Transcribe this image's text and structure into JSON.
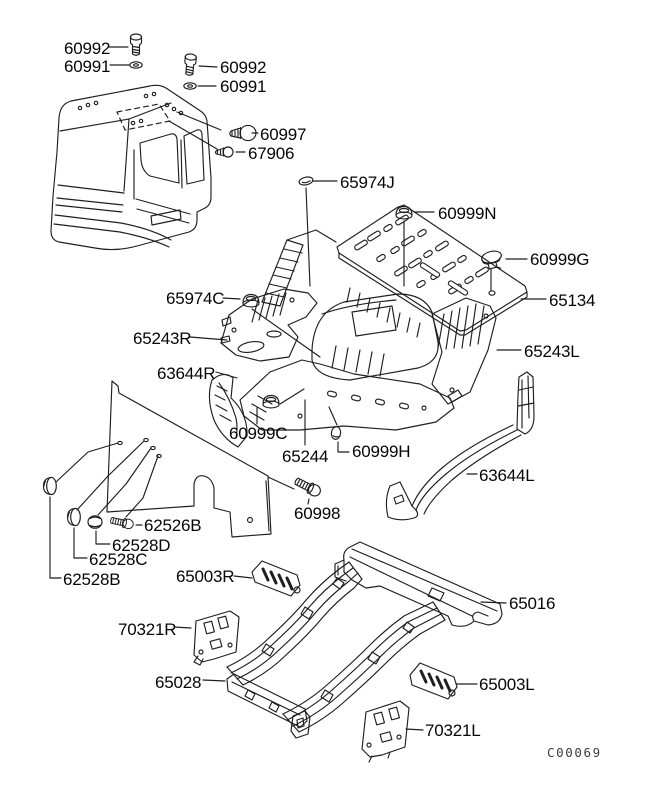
{
  "diagram": {
    "kind": "vehicle-parts-line-diagram",
    "drawing_code": "C00069",
    "colors": {
      "background": "#ffffff",
      "line": "#1f1f1f",
      "label_text": "#060606",
      "code_text": "#3c3c3c"
    }
  },
  "labels": [
    {
      "text": "60992"
    },
    {
      "text": "60991"
    },
    {
      "text": "60992"
    },
    {
      "text": "60991"
    },
    {
      "text": "60997"
    },
    {
      "text": "67906"
    },
    {
      "text": "65974J"
    },
    {
      "text": "60999N"
    },
    {
      "text": "60999G"
    },
    {
      "text": "65134"
    },
    {
      "text": "65974C"
    },
    {
      "text": "65243R"
    },
    {
      "text": "63644R"
    },
    {
      "text": "65243L"
    },
    {
      "text": "60999C"
    },
    {
      "text": "65244"
    },
    {
      "text": "60999H"
    },
    {
      "text": "63644L"
    },
    {
      "text": "60998"
    },
    {
      "text": "62526B"
    },
    {
      "text": "62528D"
    },
    {
      "text": "62528C"
    },
    {
      "text": "62528B"
    },
    {
      "text": "65003R"
    },
    {
      "text": "65016"
    },
    {
      "text": "70321R"
    },
    {
      "text": "65028"
    },
    {
      "text": "65003L"
    },
    {
      "text": "70321L"
    }
  ]
}
